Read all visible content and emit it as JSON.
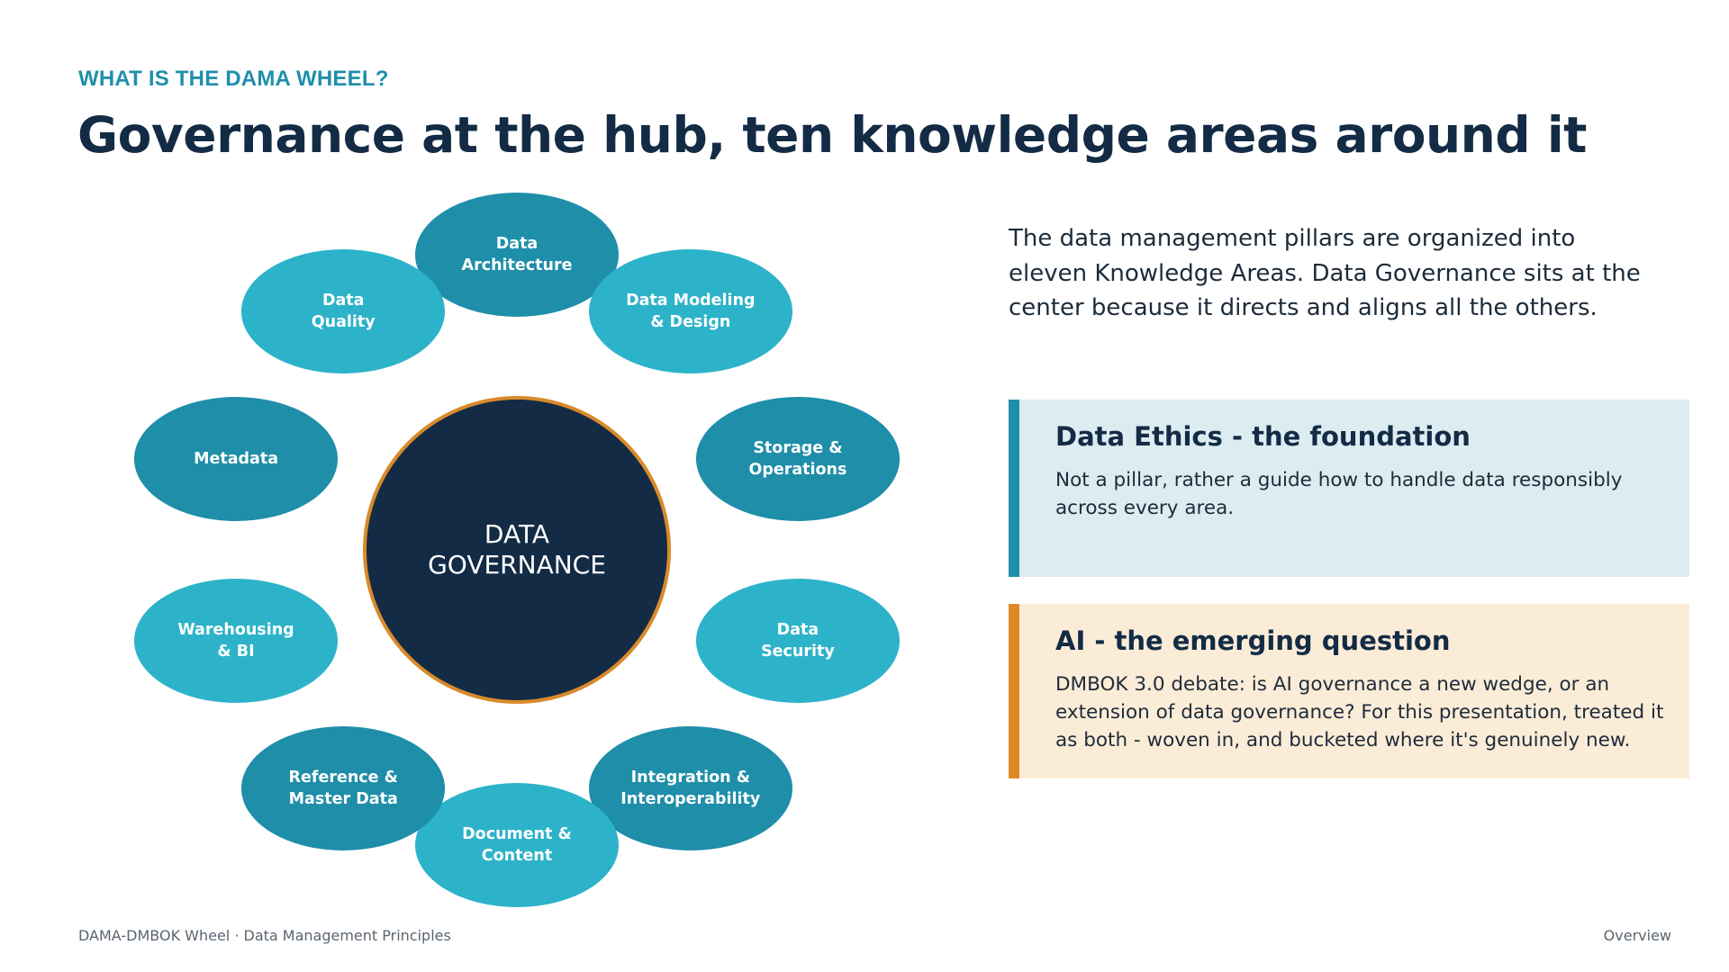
{
  "header": {
    "eyebrow": "WHAT IS THE DAMA WHEEL?",
    "title": "Governance at the hub, ten knowledge areas around it"
  },
  "wheel": {
    "hub": {
      "label": "DATA\nGOVERNANCE",
      "fill": "#132b45",
      "border": "#d98a2a"
    },
    "colors": {
      "dark": "#1e8ea9",
      "light": "#2cb3c9"
    },
    "areas": [
      {
        "label": "Data\nArchitecture",
        "shade": "dark"
      },
      {
        "label": "Data Modeling\n& Design",
        "shade": "light"
      },
      {
        "label": "Storage &\nOperations",
        "shade": "dark"
      },
      {
        "label": "Data\nSecurity",
        "shade": "light"
      },
      {
        "label": "Integration &\nInteroperability",
        "shade": "dark"
      },
      {
        "label": "Document &\nContent",
        "shade": "light"
      },
      {
        "label": "Reference &\nMaster Data",
        "shade": "dark"
      },
      {
        "label": "Warehousing\n& BI",
        "shade": "light"
      },
      {
        "label": "Metadata",
        "shade": "dark"
      },
      {
        "label": "Data\nQuality",
        "shade": "light"
      }
    ]
  },
  "intro": "The data management pillars are organized into eleven Knowledge Areas. Data Governance sits at the center because it directs and aligns all the others.",
  "cards": {
    "ethics": {
      "title": "Data Ethics - the foundation",
      "body": "Not a pillar, rather a guide how to handle data responsibly across every area.",
      "accent": "#1f8fab",
      "background": "#dcecf1"
    },
    "ai": {
      "title": "AI - the emerging question",
      "body": "DMBOK 3.0 debate: is AI governance a new wedge, or an extension of data governance? For this presentation, treated it as both - woven in, and bucketed where it's genuinely new.",
      "accent": "#e08a27",
      "background": "#fbecd8"
    }
  },
  "footer": {
    "left": "DAMA-DMBOK Wheel · Data Management Principles",
    "right": "Overview"
  }
}
